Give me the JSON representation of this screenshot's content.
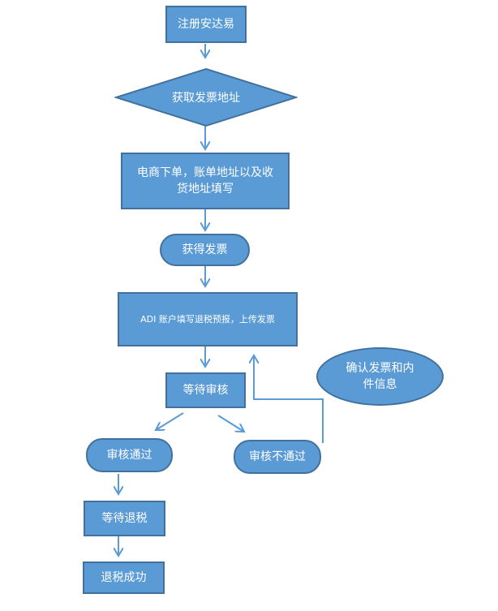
{
  "diagram": {
    "nodes": {
      "register": "注册安达易",
      "get_invoice_address": "获取发票地址",
      "order": "电商下单，账单地址以及收货地址填写",
      "get_invoice": "获得发票",
      "adi_fill": "ADI 账户填写退税预报，上传发票",
      "wait_review": "等待审核",
      "review_pass": "审核通过",
      "review_fail": "审核不通过",
      "confirm_info": "确认发票和内件信息",
      "wait_refund": "等待退税",
      "refund_success": "退税成功"
    },
    "colors": {
      "fill": "#5b9bd5",
      "border": "#41719c",
      "arrow": "#5b9bd5"
    }
  }
}
